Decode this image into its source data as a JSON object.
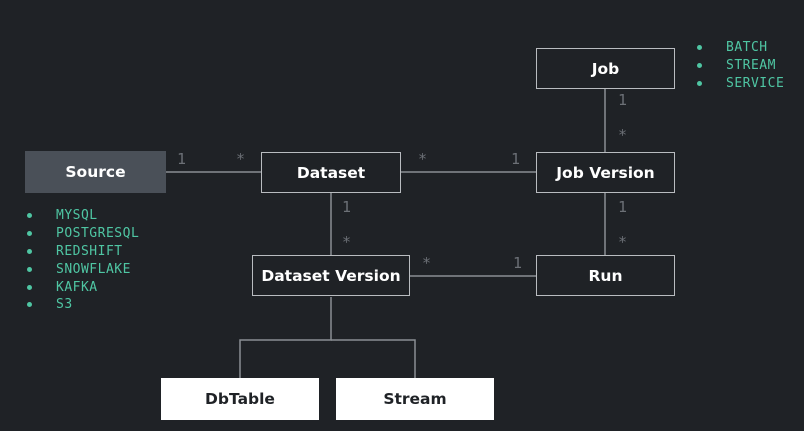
{
  "nodes": {
    "job": "Job",
    "source": "Source",
    "dataset": "Dataset",
    "job_version": "Job Version",
    "dataset_version": "Dataset Version",
    "run": "Run",
    "dbtable": "DbTable",
    "stream": "Stream"
  },
  "multiplicities": {
    "job_to_jobversion": {
      "job_end": "1",
      "jobversion_end": "*"
    },
    "source_to_dataset": {
      "source_end": "1",
      "dataset_end": "*"
    },
    "dataset_to_jobversion": {
      "dataset_end": "*",
      "jobversion_end": "1"
    },
    "dataset_to_datasetversion": {
      "dataset_end": "1",
      "datasetversion_end": "*"
    },
    "jobversion_to_run": {
      "jobversion_end": "1",
      "run_end": "*"
    },
    "datasetversion_to_run": {
      "datasetversion_end": "*",
      "run_end": "1"
    }
  },
  "job_types": [
    "BATCH",
    "STREAM",
    "SERVICE"
  ],
  "source_types": [
    "MYSQL",
    "POSTGRESQL",
    "REDSHIFT",
    "SNOWFLAKE",
    "KAFKA",
    "S3"
  ],
  "colors": {
    "background": "#1f2226",
    "node_border": "#b9bcc0",
    "edge": "#8a8e93",
    "source_fill": "#4a5058",
    "leaf_fill": "#ffffff",
    "bullet_text": "#4fc6a3",
    "multiplicity_text": "#6c7076"
  }
}
